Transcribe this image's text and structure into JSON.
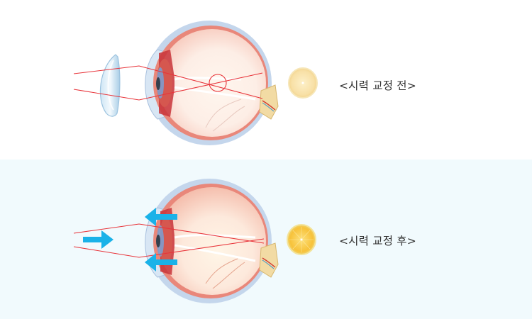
{
  "diagram": {
    "subject": "Myopia vision correction with lens",
    "colors": {
      "top_background": "#ffffff",
      "bottom_background": "#f1fafd",
      "light_ray": "#e8343a",
      "arrow": "#1ab2e8",
      "sclera": "#b9cde6",
      "choroid": "#e9877a",
      "lemon_blurred": "#f8e0a6",
      "lemon_sharp": "#f7c23a"
    },
    "panels": [
      {
        "id": "before",
        "label": "<시력 교정 전>",
        "elements": [
          "contact-lens",
          "eyeball-cross-section",
          "light-rays",
          "focus-point-circle",
          "lemon-blurred"
        ]
      },
      {
        "id": "after",
        "label": "<시력 교정 후>",
        "elements": [
          "arrow-right",
          "eyeball-cross-section",
          "light-rays",
          "arrow-left-upper",
          "arrow-left-lower",
          "lemon-sharp"
        ]
      }
    ]
  }
}
